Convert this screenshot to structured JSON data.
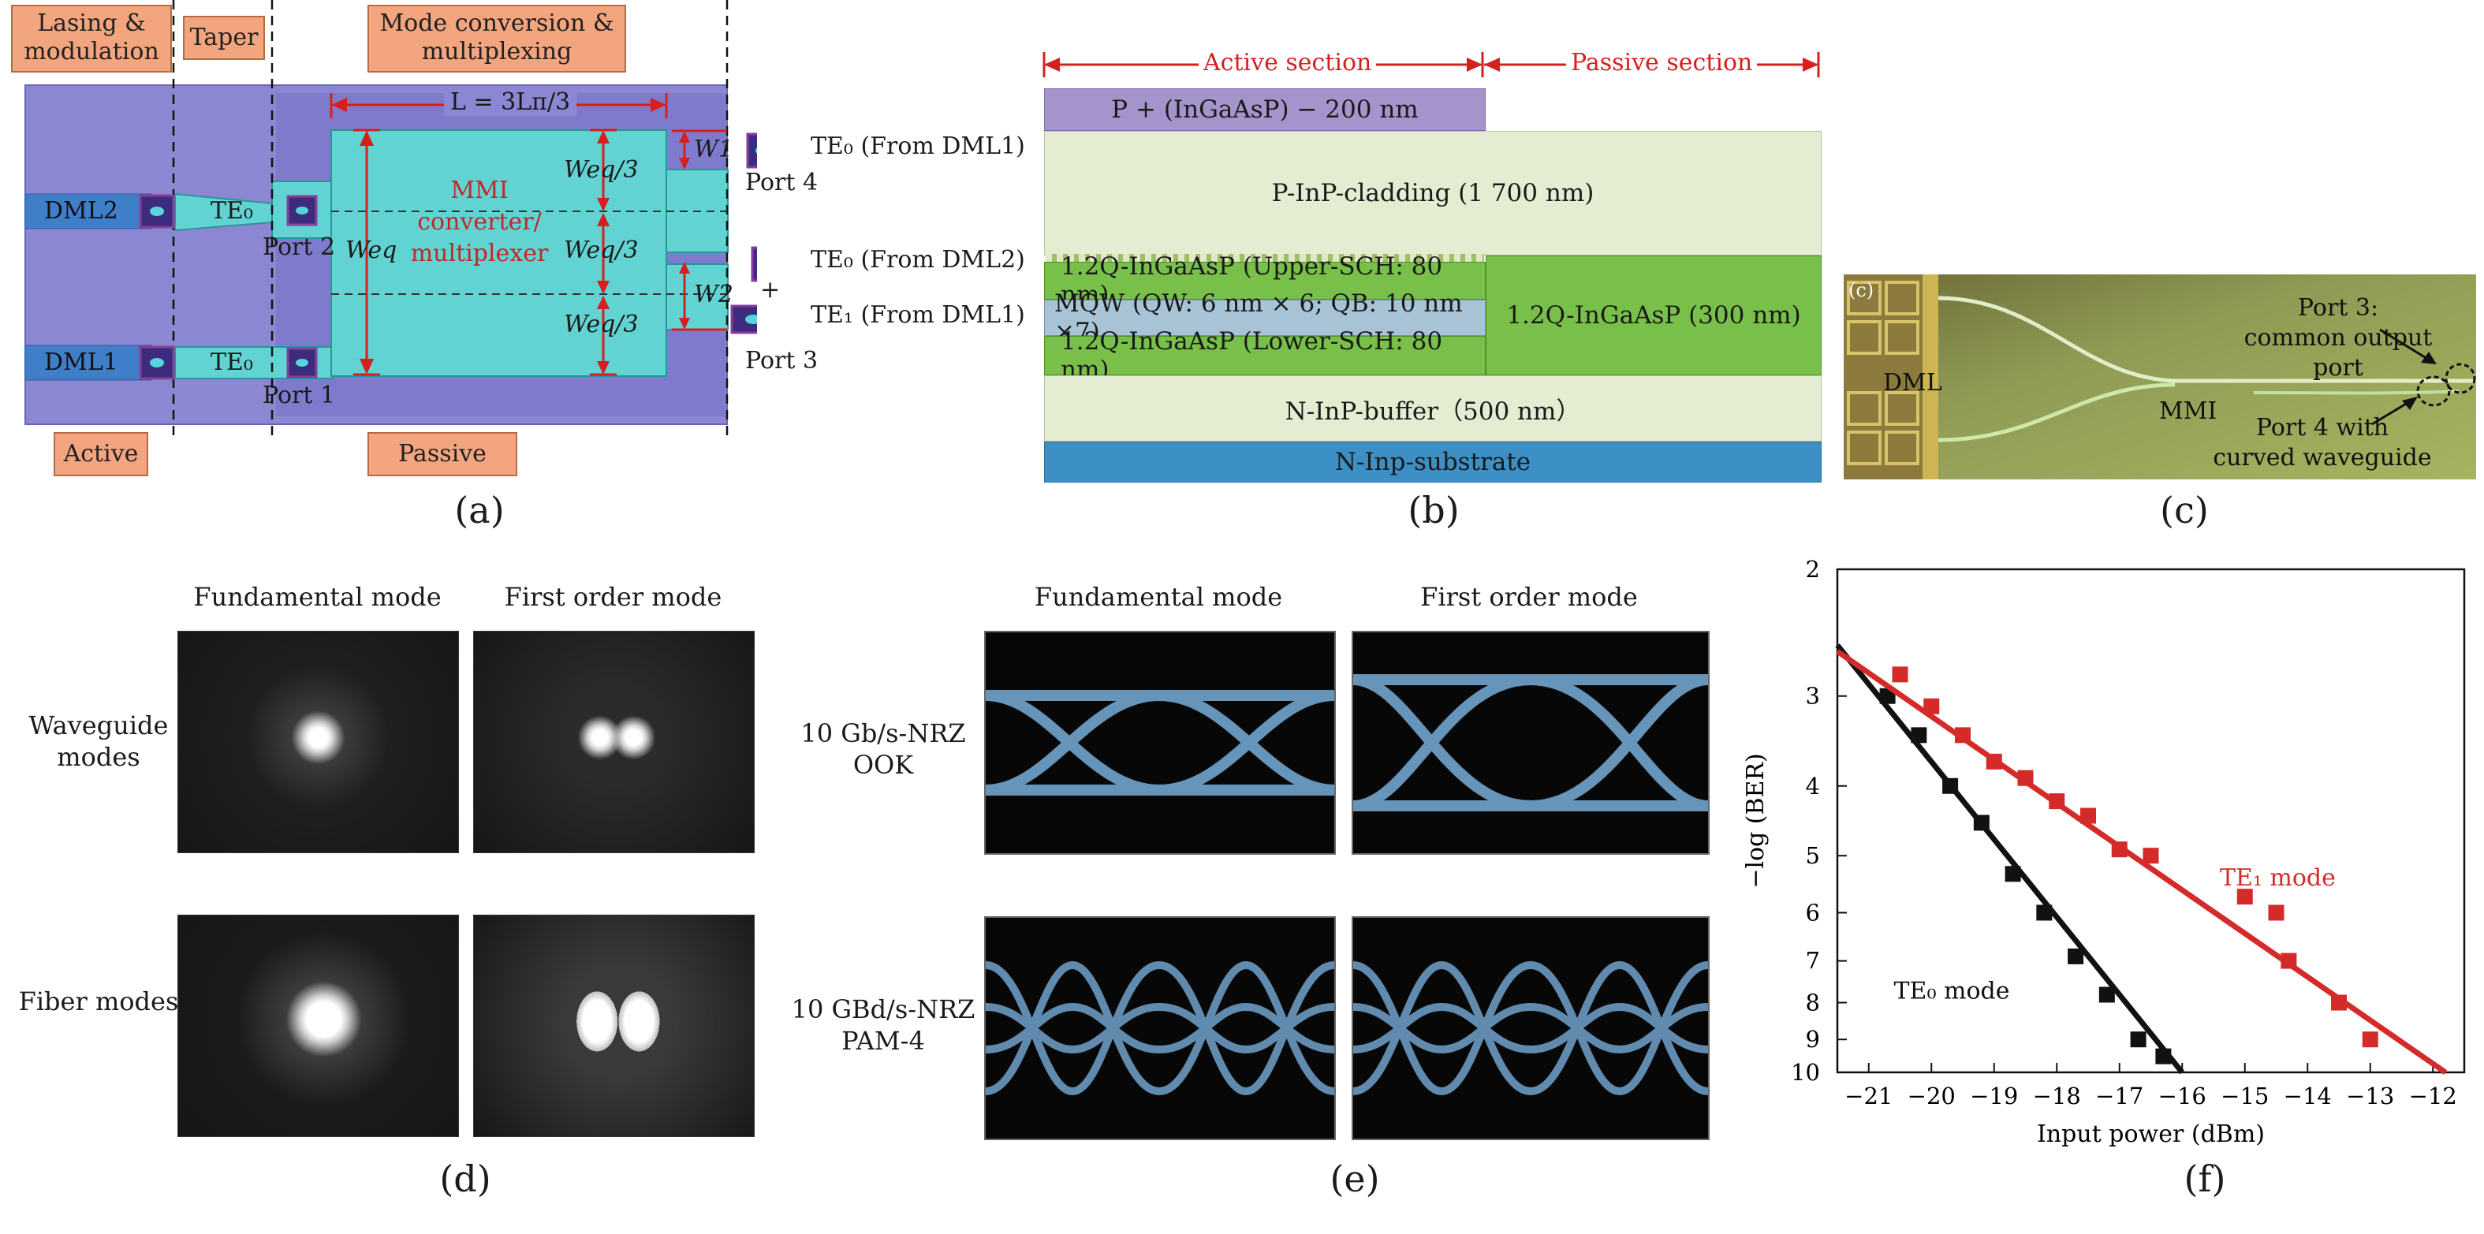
{
  "panel_a": {
    "lasing_label": "Lasing & modulation",
    "taper_label": "Taper",
    "mode_conv_label": "Mode conversion & multiplexing",
    "active_label": "Active",
    "passive_label": "Passive",
    "length_label": "L = 3Lπ/3",
    "mmi_label": "MMI converter/ multiplexer",
    "dml2": "DML2",
    "dml1": "DML1",
    "te0_upper": "TE₀",
    "te0_lower": "TE₀",
    "port1": "Port 1",
    "port2": "Port 2",
    "port3": "Port 3",
    "port4": "Port 4",
    "weq": "Weq",
    "weq3_a": "Weq/3",
    "weq3_b": "Weq/3",
    "weq3_c": "Weq/3",
    "w1": "W1",
    "w2": "W2",
    "te0_from_dml1": "TE₀ (From DML1)",
    "te0_from_dml2": "TE₀ (From DML2)",
    "plus": "+",
    "te1_from_dml1": "TE₁ (From DML1)",
    "letter": "(a)"
  },
  "panel_b": {
    "active_section": "Active section",
    "passive_section": "Passive section",
    "p_ingaasp": "P + (InGaAsP) − 200 nm",
    "p_inp_cladding": "P-InP-cladding (1 700 nm)",
    "upper_sch": "1.2Q-InGaAsP (Upper-SCH: 80 nm)",
    "mqw": "MQW (QW: 6 nm × 6; QB: 10 nm ×7)",
    "lower_sch": "1.2Q-InGaAsP (Lower-SCH: 80 nm)",
    "passive_core": "1.2Q-InGaAsP (300 nm)",
    "n_inp_buffer": "N-InP-buffer（500 nm）",
    "substrate": "N-Inp-substrate",
    "letter": "(b)"
  },
  "panel_c": {
    "corner": "(c)",
    "dml": "DML",
    "mmi": "MMI",
    "port3_note": "Port 3: common output port",
    "port4_note": "Port 4 with curved waveguide",
    "letter": "(c)"
  },
  "panel_d": {
    "col1": "Fundamental mode",
    "col2": "First order mode",
    "row1": "Waveguide modes",
    "row2": "Fiber modes",
    "letter": "(d)"
  },
  "panel_e": {
    "col1": "Fundamental mode",
    "col2": "First order mode",
    "row1": "10 Gb/s-NRZ OOK",
    "row2": "10 GBd/s-NRZ PAM-4",
    "letter": "(e)"
  },
  "chart_data": {
    "type": "scatter",
    "title": "",
    "xlabel": "Input power (dBm)",
    "ylabel": "−log (BER)",
    "xlim": [
      -21.5,
      -11.5
    ],
    "ylim": [
      2,
      10
    ],
    "y_scale": "log",
    "x_ticks": [
      -21,
      -20,
      -19,
      -18,
      -17,
      -16,
      -15,
      -14,
      -13,
      -12
    ],
    "x_tick_labels": [
      "−21",
      "−20",
      "−19",
      "−18",
      "−17",
      "−16",
      "−15",
      "−14",
      "−13",
      "−12"
    ],
    "y_ticks": [
      2,
      3,
      4,
      5,
      6,
      7,
      8,
      9,
      10
    ],
    "y_tick_labels": [
      "2",
      "3",
      "4",
      "5",
      "6",
      "7",
      "8",
      "9",
      "10"
    ],
    "grid": false,
    "series": [
      {
        "name": "TE₀ mode",
        "color": "#111111",
        "marker": "square",
        "points": [
          [
            -20.7,
            3.0
          ],
          [
            -20.2,
            3.4
          ],
          [
            -19.7,
            4.0
          ],
          [
            -19.2,
            4.5
          ],
          [
            -18.7,
            5.3
          ],
          [
            -18.2,
            6.0
          ],
          [
            -17.7,
            6.9
          ],
          [
            -17.2,
            7.8
          ],
          [
            -16.7,
            9.0
          ],
          [
            -16.3,
            9.5
          ]
        ],
        "fit": [
          [
            -21.5,
            2.55
          ],
          [
            -16.0,
            10.0
          ]
        ]
      },
      {
        "name": "TE₁ mode",
        "color": "#d42a2a",
        "marker": "square",
        "points": [
          [
            -20.5,
            2.8
          ],
          [
            -20.0,
            3.1
          ],
          [
            -19.5,
            3.4
          ],
          [
            -19.0,
            3.7
          ],
          [
            -18.5,
            3.9
          ],
          [
            -18.0,
            4.2
          ],
          [
            -17.5,
            4.4
          ],
          [
            -17.0,
            4.9
          ],
          [
            -16.5,
            5.0
          ],
          [
            -15.0,
            5.7
          ],
          [
            -14.5,
            6.0
          ],
          [
            -14.3,
            7.0
          ],
          [
            -13.5,
            8.0
          ],
          [
            -13.0,
            9.0
          ]
        ],
        "fit": [
          [
            -21.5,
            2.6
          ],
          [
            -11.8,
            10.0
          ]
        ]
      }
    ],
    "annotations": [
      {
        "text": "TE₁ mode",
        "color": "#d42a2a"
      },
      {
        "text": "TE₀ mode",
        "color": "#111111"
      }
    ],
    "letter": "(f)"
  }
}
